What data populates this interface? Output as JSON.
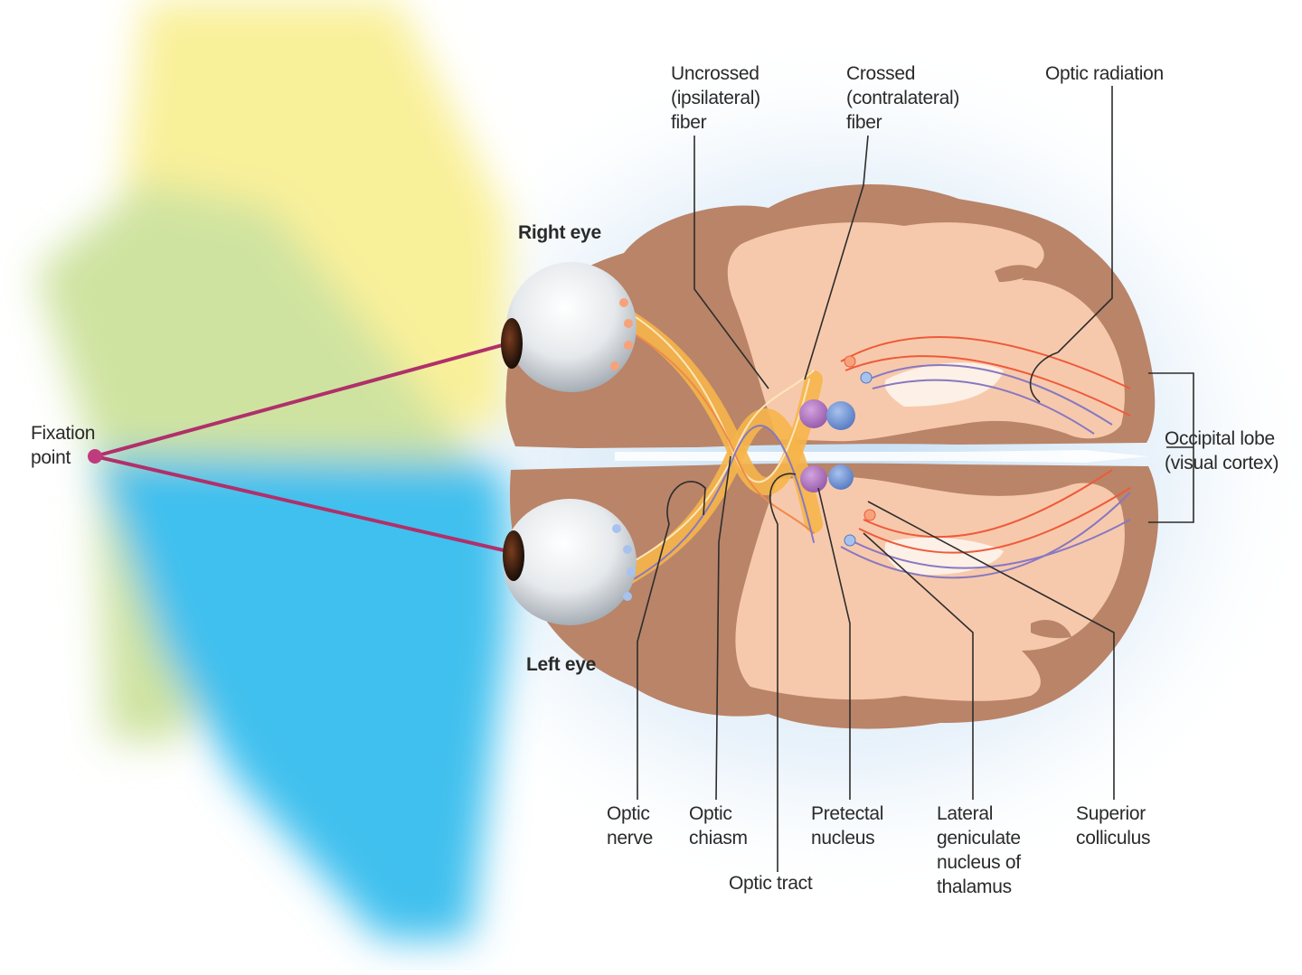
{
  "labels": {
    "right_eye": "Right eye",
    "left_eye": "Left eye",
    "fixation_point": "Fixation\npoint",
    "uncrossed_fiber": "Uncrossed\n(ipsilateral)\nfiber",
    "crossed_fiber": "Crossed\n(contralateral)\nfiber",
    "optic_radiation": "Optic radiation",
    "occipital_lobe": "Occipital lobe\n(visual cortex)",
    "optic_nerve": "Optic\nnerve",
    "optic_chiasm": "Optic\nchiasm",
    "optic_tract": "Optic tract",
    "pretectal_nucleus": "Pretectal\nnucleus",
    "lateral_geniculate": "Lateral\ngeniculate\nnucleus of\nthalamus",
    "superior_colliculus": "Superior\ncolliculus"
  },
  "colors": {
    "brain_outer": "#b98468",
    "brain_inner": "#f7c9ac",
    "white_matter": "#fdf0e6",
    "field_yellow": "#f9f09a",
    "field_green": "#cfe3a0",
    "field_blue": "#3fc0ee",
    "fixation_line": "#b0306a",
    "nerve_orange": "#f5b54a",
    "fiber_red": "#ee5a3a",
    "fiber_purple": "#8878c0",
    "nucleus_purple": "#a86ab8",
    "nucleus_blue": "#6a8fd0"
  }
}
